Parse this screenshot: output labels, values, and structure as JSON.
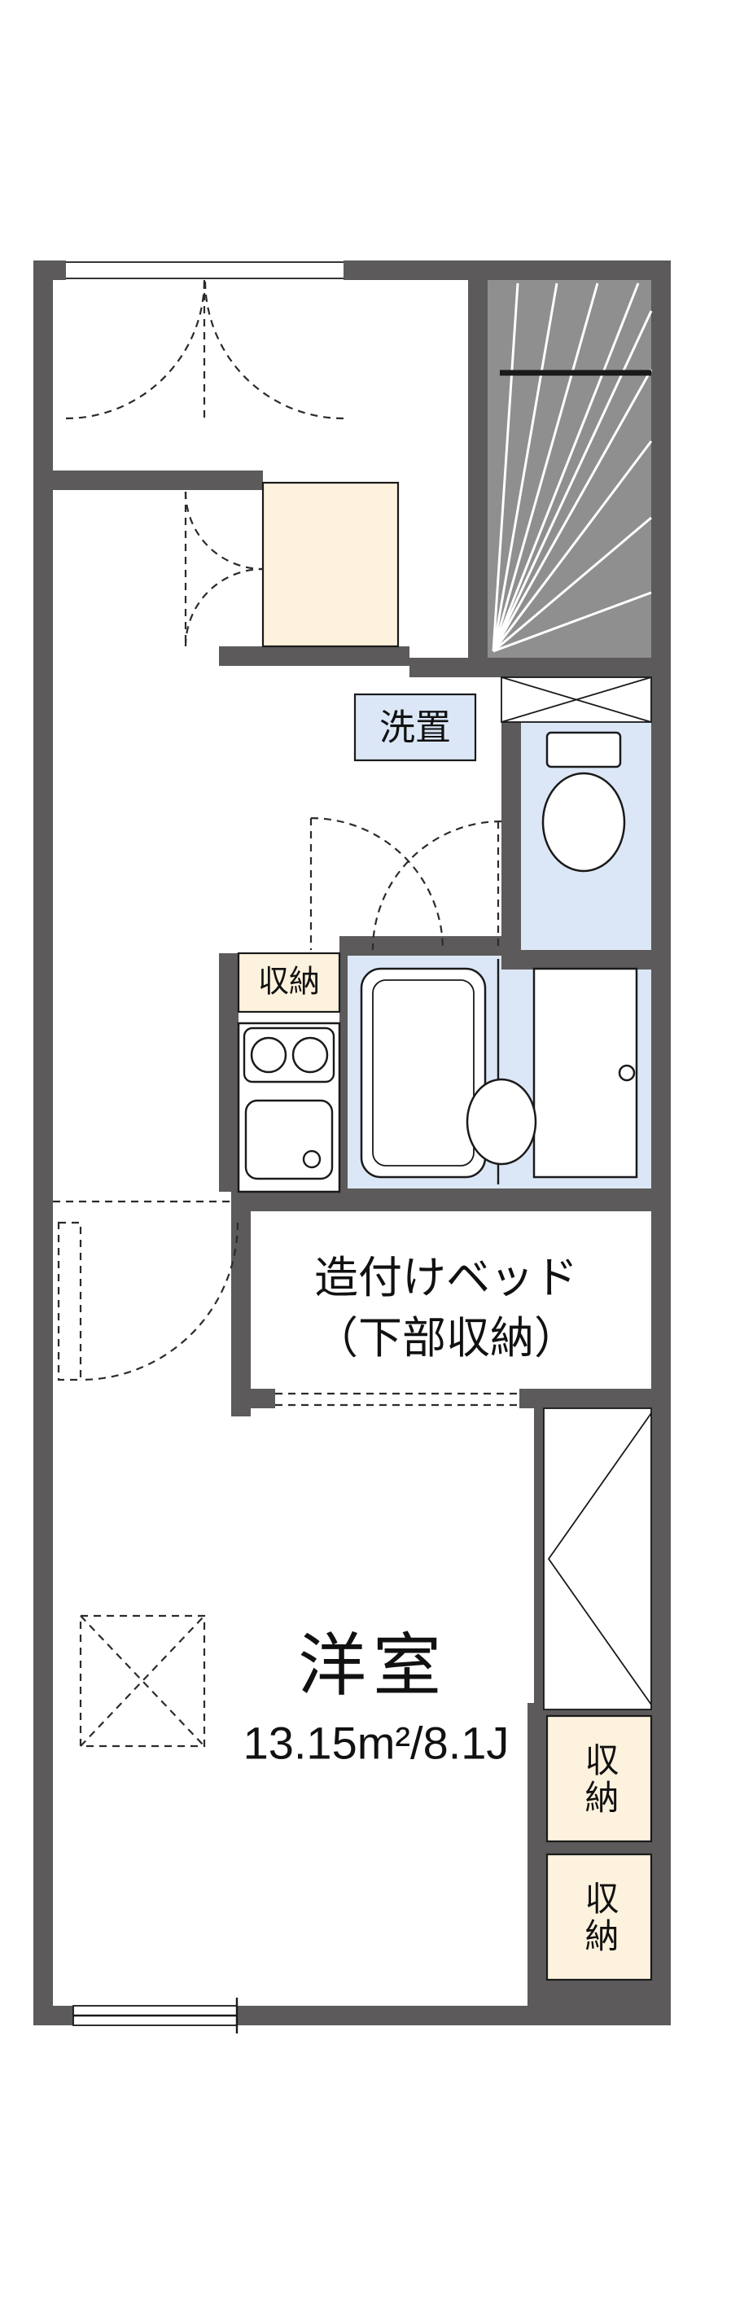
{
  "colors": {
    "wall": "#5c5a5a",
    "room_blue": "#dbe7f6",
    "cream": "#fcf2dd",
    "stair_fill": "#8f8f8f",
    "line": "#1a1a1a"
  },
  "labels": {
    "washer": "洗置",
    "storage_mid": "収納",
    "bed_line1": "造付けベッド",
    "bed_line2": "（下部収納）",
    "room_name": "洋室",
    "room_size": "13.15m²/8.1J",
    "storage_right_1": "収納",
    "storage_right_2": "収納"
  }
}
